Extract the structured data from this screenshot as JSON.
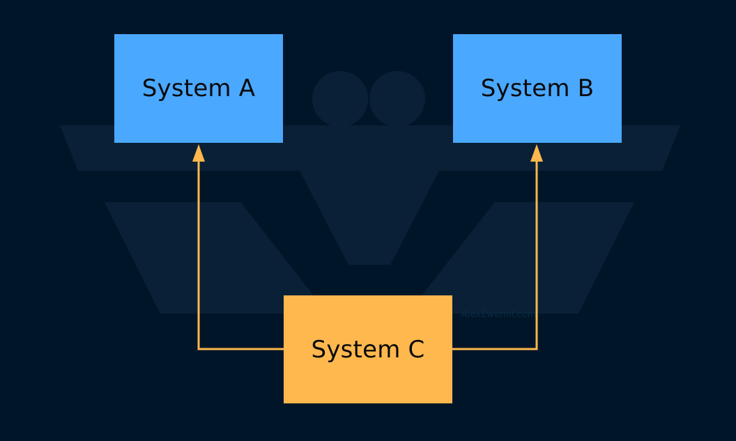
{
  "diagram": {
    "nodes": {
      "a": {
        "label": "System A",
        "color": "#4aa8ff"
      },
      "b": {
        "label": "System B",
        "color": "#4aa8ff"
      },
      "c": {
        "label": "System C",
        "color": "#ffb84d"
      }
    },
    "edges": [
      {
        "from": "c",
        "to": "a",
        "color": "#ffb84d"
      },
      {
        "from": "c",
        "to": "b",
        "color": "#ffb84d"
      }
    ]
  },
  "watermark": {
    "text": "AlexEwerlof.com",
    "logo_icon": "ae-logo-icon"
  },
  "colors": {
    "background": "#001628",
    "watermark": "#0d2a43"
  }
}
